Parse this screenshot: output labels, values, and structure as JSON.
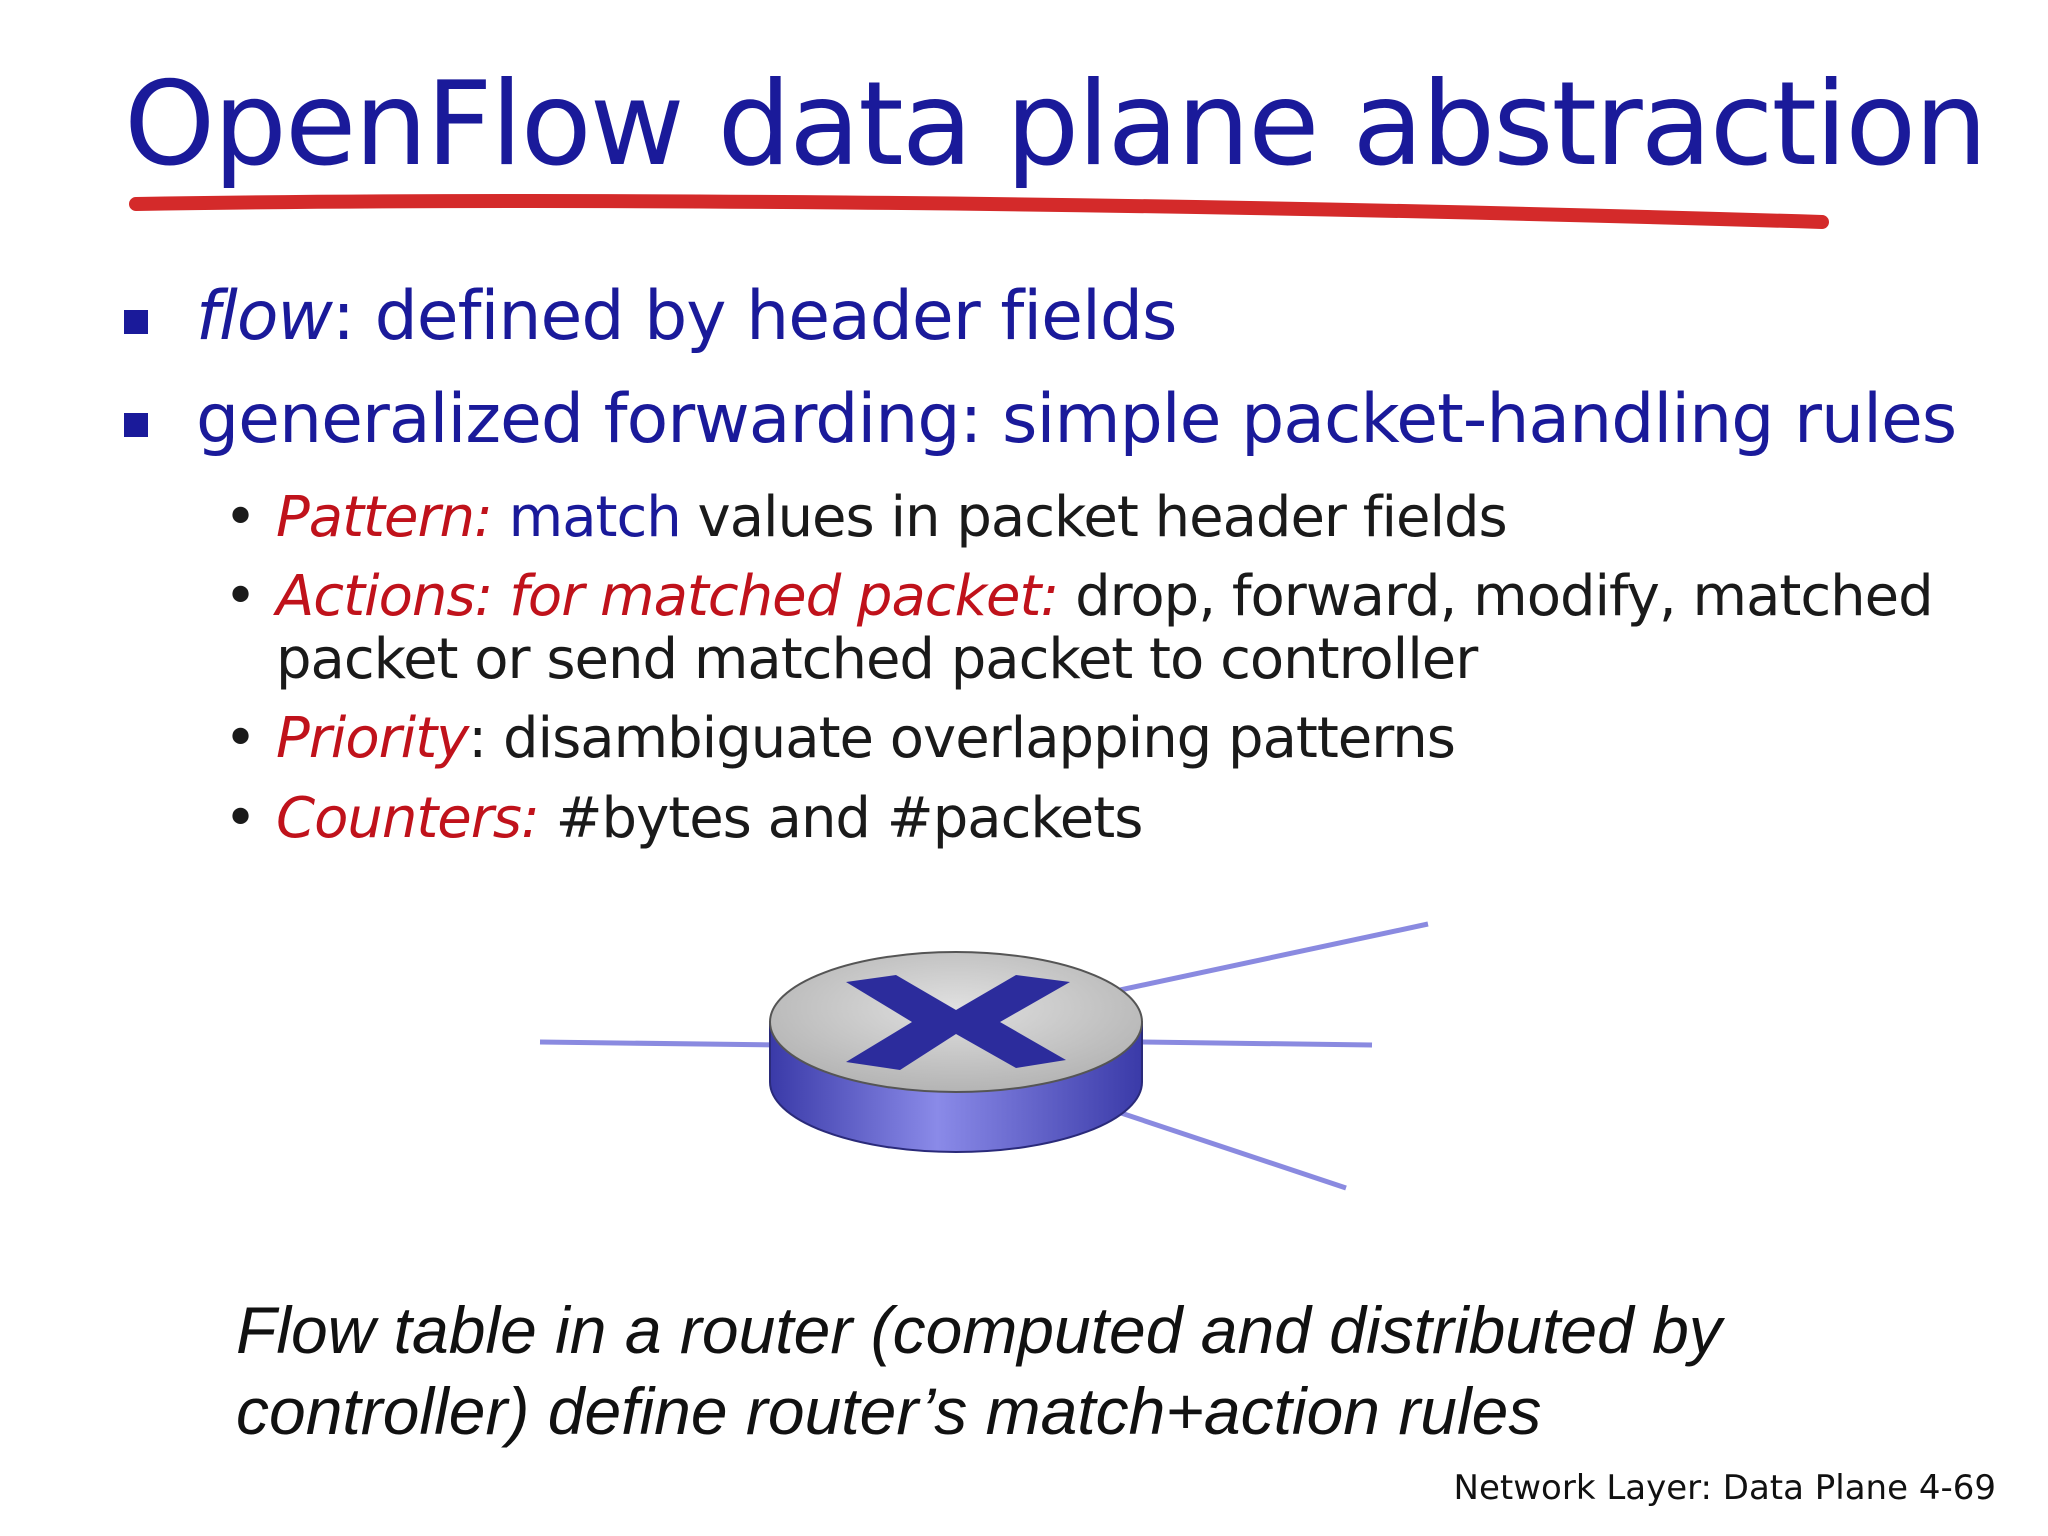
{
  "title": "OpenFlow data plane abstraction",
  "bullets": [
    {
      "italic": "flow",
      "rest": ": defined by header fields"
    },
    {
      "text": "generalized forwarding: simple packet-handling rules"
    }
  ],
  "sub_bullets": [
    {
      "label": "Pattern:",
      "highlight": " match",
      "rest": " values in packet header fields"
    },
    {
      "label": "Actions: for matched packet:",
      "rest": " drop, forward, modify, matched packet or send matched packet to controller"
    },
    {
      "label": "Priority",
      "rest": ": disambiguate overlapping patterns"
    },
    {
      "label": "Counters:",
      "rest": " #bytes and #packets"
    }
  ],
  "caption": "Flow table in a router (computed and distributed by controller) define router’s match+action rules",
  "footer": "Network Layer: Data Plane  4-69",
  "colors": {
    "title": "#1a1a9a",
    "underline": "#d42a2a",
    "emphasis": "#c0121b",
    "router_side": "#5a5ad2",
    "router_top": "#c4c4c4",
    "links": "#8a8ae0"
  },
  "icons": [
    "router-icon"
  ]
}
